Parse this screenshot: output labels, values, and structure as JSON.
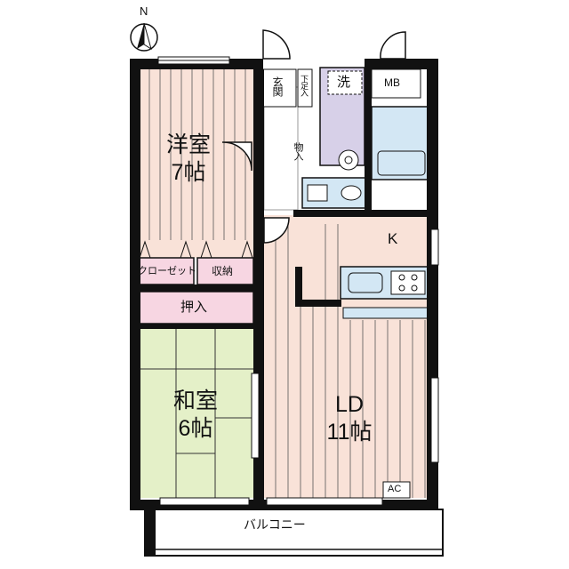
{
  "compass": {
    "north_label": "N"
  },
  "rooms": {
    "western": {
      "name": "洋室",
      "size": "7帖"
    },
    "japanese": {
      "name": "和室",
      "size": "6帖"
    },
    "ld": {
      "name": "LD",
      "size": "11帖"
    },
    "kitchen": {
      "name": "K"
    }
  },
  "storage": {
    "closet": "クローゼット",
    "shuno": "収納",
    "oshiire": "押入",
    "monoire": "物入",
    "getabako": "下足入"
  },
  "fixtures": {
    "genkan": "玄関",
    "wash": "洗",
    "mb": "MB",
    "ac": "AC"
  },
  "balcony": {
    "label": "バルコニー"
  },
  "colors": {
    "wall": "#111111",
    "floor_western": "#f9e2d8",
    "floor_japanese": "#e4f0c8",
    "floor_ld": "#f9e2d8",
    "oshiire": "#f7d6e2",
    "wash": "#d7d0e8",
    "water": "#d3e7f4",
    "closet": "#f7d6e2"
  }
}
